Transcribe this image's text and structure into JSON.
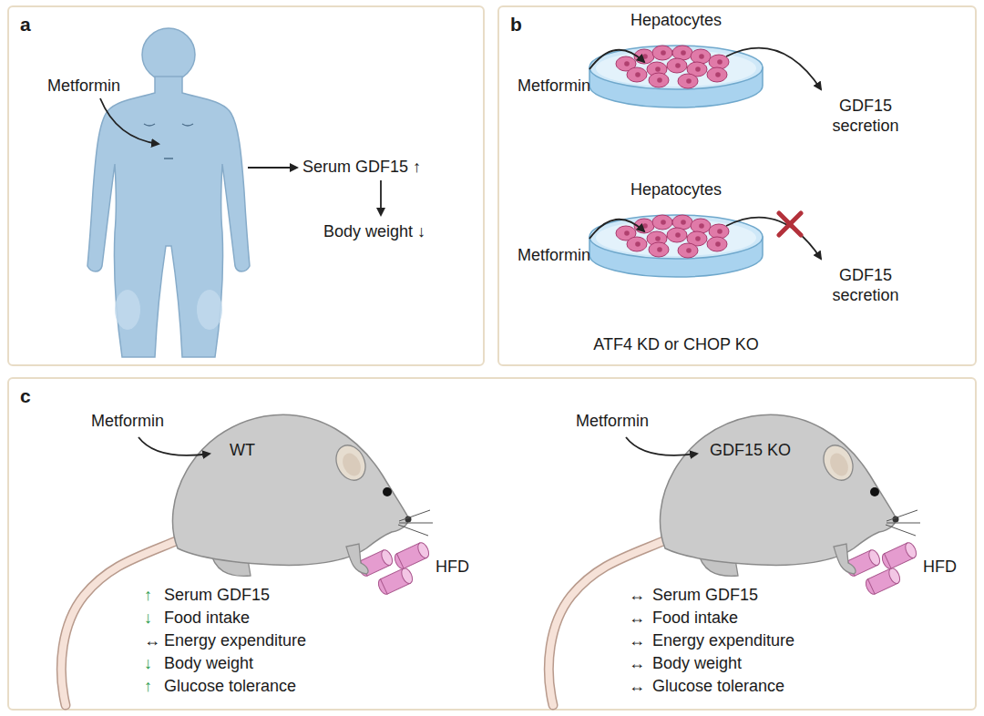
{
  "diagram": {
    "nodes": [
      {
        "text": [
          "a"
        ]
      },
      {
        "text": [
          "b"
        ]
      },
      {
        "text": [
          "c"
        ]
      },
      {
        "text": [
          "Hepatocytes"
        ],
        "in": 1
      },
      {
        "text": [
          "Hepatocytes",
          "ATF4 KD or CHOP KO"
        ],
        "in": 1
      },
      {
        "text": [
          "WT"
        ],
        "in": 2
      },
      {
        "text": [
          "GDF15 KO"
        ],
        "in": 2
      }
    ],
    "labels": [
      "Metformin",
      "Serum GDF15 ↑",
      "Body weight ↓",
      "Metformin",
      "GDF15 secretion",
      "Metformin",
      "GDF15 secretion",
      "Metformin",
      "HFD",
      "↑",
      "Serum GDF15",
      "↓",
      "Food intake",
      "↔",
      "Energy expenditure",
      "↓",
      "Body weight",
      "↑",
      "Glucose tolerance",
      "Metformin",
      "HFD",
      "↔",
      "Serum GDF15",
      "↔",
      "Food intake",
      "↔",
      "Energy expenditure",
      "↔",
      "Body weight",
      "↔",
      "Glucose tolerance"
    ]
  }
}
